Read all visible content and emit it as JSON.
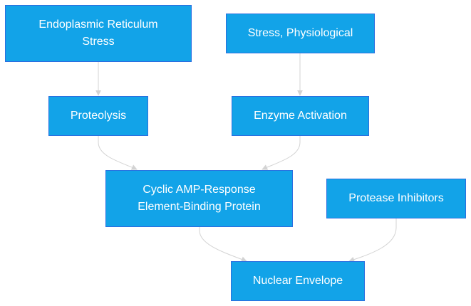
{
  "colors": {
    "node_fill": "#12a3e8",
    "node_border": "#2a6fe0",
    "node_text": "#ffffff",
    "edge": "#d3d3d3"
  },
  "nodes": {
    "er_stress": {
      "line1": "Endoplasmic Reticulum",
      "line2": "Stress"
    },
    "physiological_stress": {
      "label": "Stress, Physiological"
    },
    "proteolysis": {
      "label": "Proteolysis"
    },
    "enzyme_activation": {
      "label": "Enzyme Activation"
    },
    "creb": {
      "line1": "Cyclic AMP-Response",
      "line2": "Element-Binding Protein"
    },
    "protease_inhibitors": {
      "label": "Protease Inhibitors"
    },
    "nuclear_envelope": {
      "label": "Nuclear Envelope"
    }
  },
  "edges": [
    {
      "from": "Endoplasmic Reticulum Stress",
      "to": "Proteolysis"
    },
    {
      "from": "Stress, Physiological",
      "to": "Enzyme Activation"
    },
    {
      "from": "Proteolysis",
      "to": "Cyclic AMP-Response Element-Binding Protein"
    },
    {
      "from": "Enzyme Activation",
      "to": "Cyclic AMP-Response Element-Binding Protein"
    },
    {
      "from": "Cyclic AMP-Response Element-Binding Protein",
      "to": "Nuclear Envelope"
    },
    {
      "from": "Protease Inhibitors",
      "to": "Nuclear Envelope"
    }
  ]
}
